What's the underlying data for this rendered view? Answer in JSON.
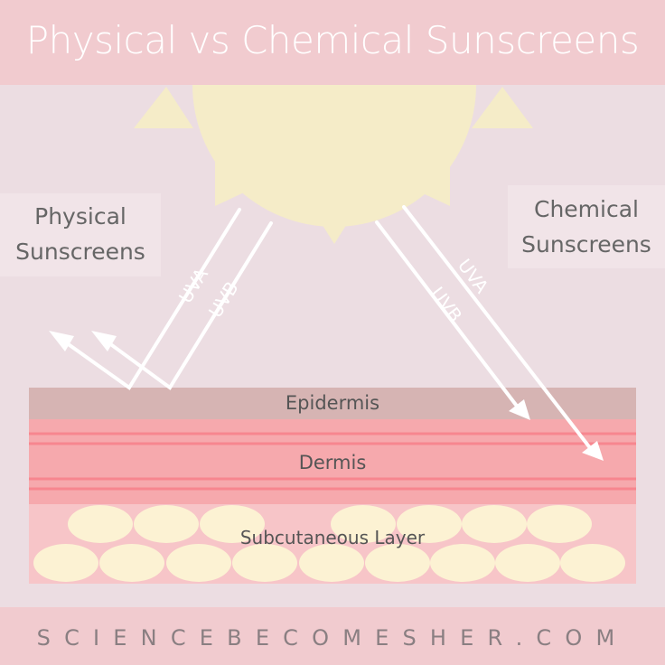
{
  "title": "Physical vs Chemical Sunscreens",
  "left_label": {
    "line1": "Physical",
    "line2": "Sunscreens"
  },
  "right_label": {
    "line1": "Chemical",
    "line2": "Sunscreens"
  },
  "rays": {
    "left_uva": "UVA",
    "left_uvb": "UVB",
    "right_uva": "UVA",
    "right_uvb": "UVB"
  },
  "layers": {
    "epidermis": "Epidermis",
    "dermis": "Dermis",
    "subcutaneous": "Subcutaneous Layer"
  },
  "footer": "SCIENCEBECOMESHER.COM",
  "colors": {
    "background": "#ecdde2",
    "band": "#f1cbcf",
    "sun": "#f5ecc8",
    "epidermis": "#d6b4b3",
    "dermis": "#f6a9ad",
    "dermis_lines": "#f7868f",
    "subcutaneous": "#f7c5c8",
    "fat_cells": "#fcf2d3",
    "rays": "#ffffff"
  }
}
